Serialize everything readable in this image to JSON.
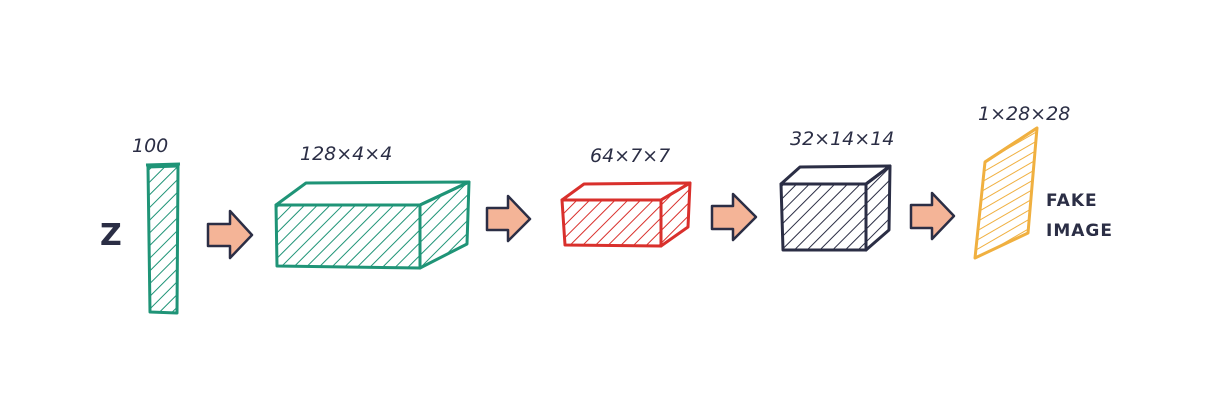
{
  "diagram": {
    "input_label": "Z",
    "stages": [
      {
        "id": "latent",
        "dim": "100",
        "color": "#1f9477"
      },
      {
        "id": "block1",
        "dim": "128×4×4",
        "color": "#1f9477"
      },
      {
        "id": "block2",
        "dim": "64×7×7",
        "color": "#d9302c"
      },
      {
        "id": "block3",
        "dim": "32×14×14",
        "color": "#2b2e45"
      },
      {
        "id": "output",
        "dim": "1×28×28",
        "color": "#f0b040"
      }
    ],
    "output_label_line1": "FAKE",
    "output_label_line2": "IMAGE",
    "arrow_color": "#f4b497",
    "ink_color": "#2b2e45"
  }
}
